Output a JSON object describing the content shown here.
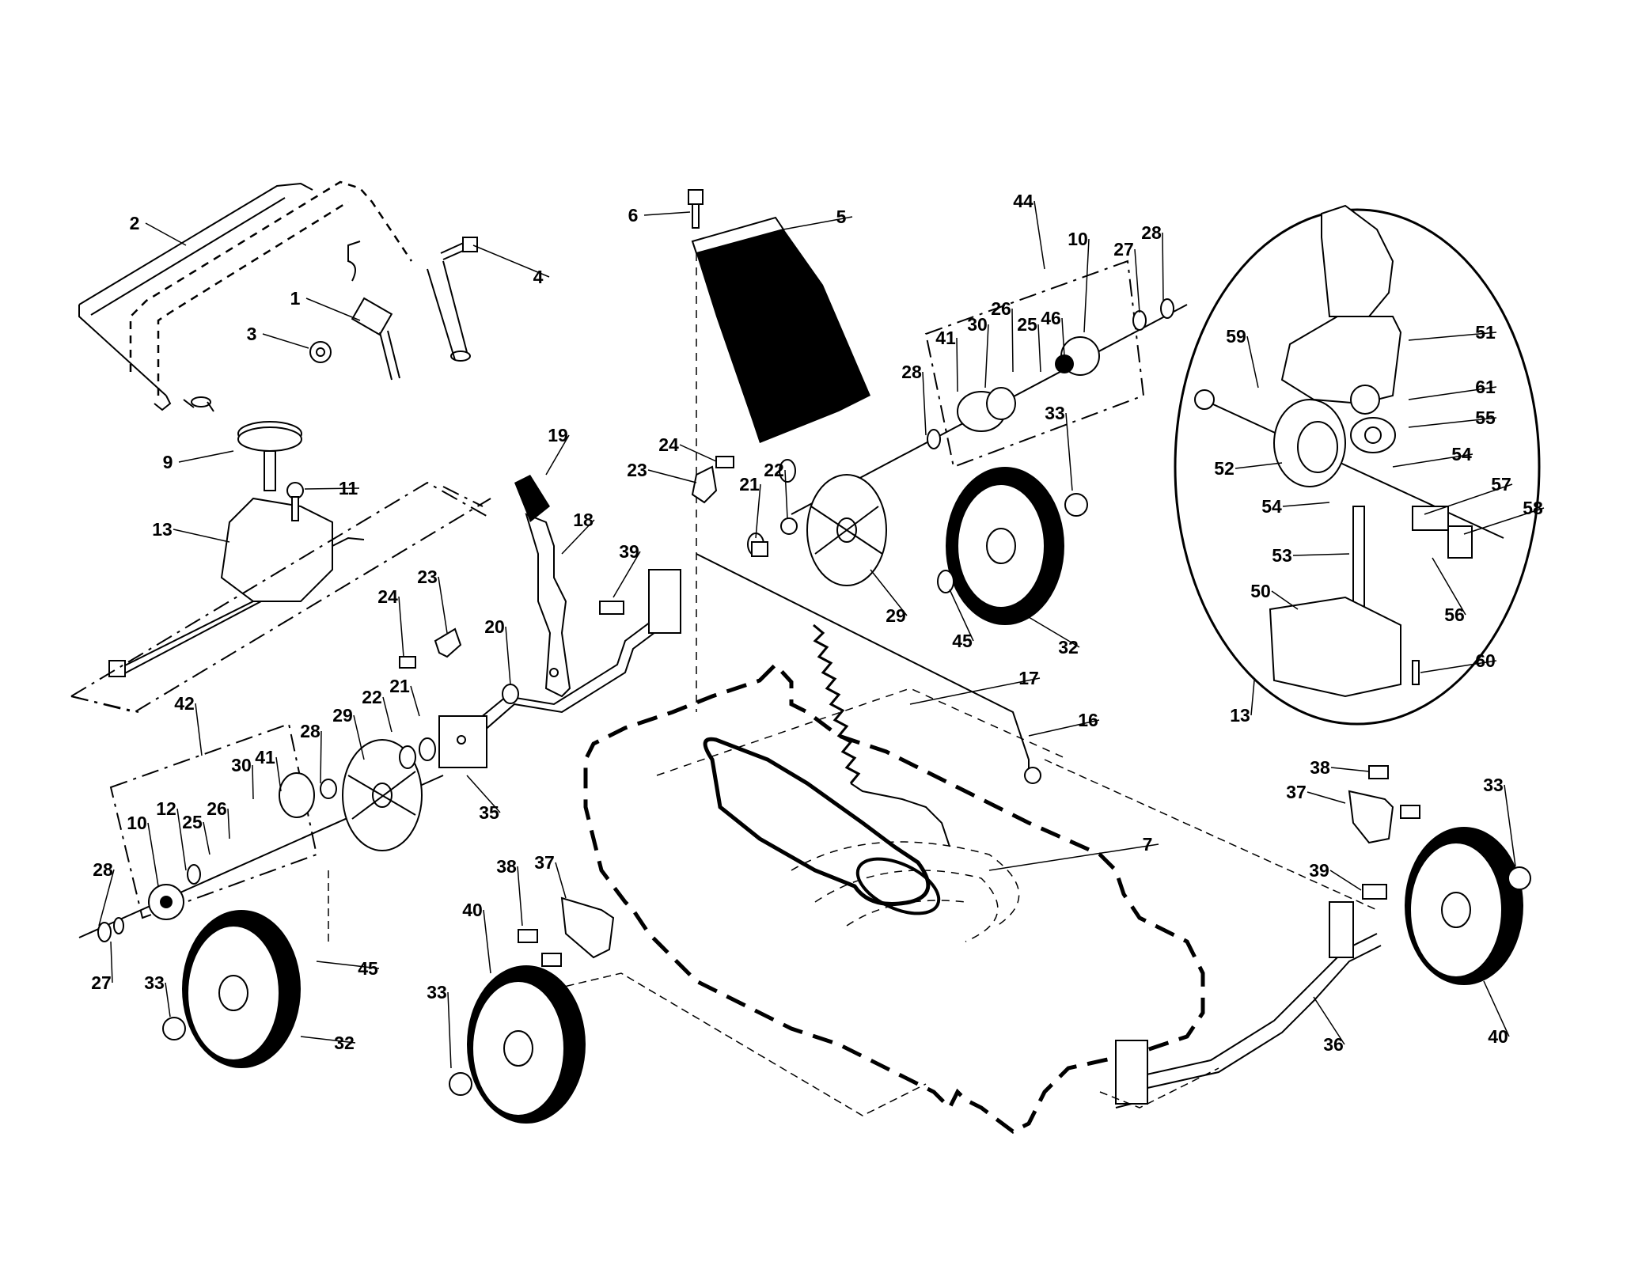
{
  "callouts": [
    {
      "id": "c1",
      "text": "1"
    },
    {
      "id": "c2",
      "text": "2"
    },
    {
      "id": "c3",
      "text": "3"
    },
    {
      "id": "c4",
      "text": "4"
    },
    {
      "id": "c5",
      "text": "5"
    },
    {
      "id": "c6",
      "text": "6"
    },
    {
      "id": "c7",
      "text": "7"
    },
    {
      "id": "c9",
      "text": "9"
    },
    {
      "id": "c10a",
      "text": "10"
    },
    {
      "id": "c10b",
      "text": "10"
    },
    {
      "id": "c11",
      "text": "11"
    },
    {
      "id": "c12",
      "text": "12"
    },
    {
      "id": "c13a",
      "text": "13"
    },
    {
      "id": "c13b",
      "text": "13"
    },
    {
      "id": "c16",
      "text": "16"
    },
    {
      "id": "c17",
      "text": "17"
    },
    {
      "id": "c18",
      "text": "18"
    },
    {
      "id": "c19",
      "text": "19"
    },
    {
      "id": "c20",
      "text": "20"
    },
    {
      "id": "c21a",
      "text": "21"
    },
    {
      "id": "c21b",
      "text": "21"
    },
    {
      "id": "c22a",
      "text": "22"
    },
    {
      "id": "c22b",
      "text": "22"
    },
    {
      "id": "c23a",
      "text": "23"
    },
    {
      "id": "c23b",
      "text": "23"
    },
    {
      "id": "c24a",
      "text": "24"
    },
    {
      "id": "c24b",
      "text": "24"
    },
    {
      "id": "c25a",
      "text": "25"
    },
    {
      "id": "c25b",
      "text": "25"
    },
    {
      "id": "c26a",
      "text": "26"
    },
    {
      "id": "c26b",
      "text": "26"
    },
    {
      "id": "c27a",
      "text": "27"
    },
    {
      "id": "c27b",
      "text": "27"
    },
    {
      "id": "c28a",
      "text": "28"
    },
    {
      "id": "c28b",
      "text": "28"
    },
    {
      "id": "c28c",
      "text": "28"
    },
    {
      "id": "c28d",
      "text": "28"
    },
    {
      "id": "c29a",
      "text": "29"
    },
    {
      "id": "c29b",
      "text": "29"
    },
    {
      "id": "c30a",
      "text": "30"
    },
    {
      "id": "c30b",
      "text": "30"
    },
    {
      "id": "c32a",
      "text": "32"
    },
    {
      "id": "c32b",
      "text": "32"
    },
    {
      "id": "c33a",
      "text": "33"
    },
    {
      "id": "c33b",
      "text": "33"
    },
    {
      "id": "c33c",
      "text": "33"
    },
    {
      "id": "c33d",
      "text": "33"
    },
    {
      "id": "c35",
      "text": "35"
    },
    {
      "id": "c36",
      "text": "36"
    },
    {
      "id": "c37a",
      "text": "37"
    },
    {
      "id": "c37b",
      "text": "37"
    },
    {
      "id": "c38a",
      "text": "38"
    },
    {
      "id": "c38b",
      "text": "38"
    },
    {
      "id": "c39a",
      "text": "39"
    },
    {
      "id": "c39b",
      "text": "39"
    },
    {
      "id": "c40a",
      "text": "40"
    },
    {
      "id": "c40b",
      "text": "40"
    },
    {
      "id": "c41a",
      "text": "41"
    },
    {
      "id": "c41b",
      "text": "41"
    },
    {
      "id": "c42",
      "text": "42"
    },
    {
      "id": "c44",
      "text": "44"
    },
    {
      "id": "c45a",
      "text": "45"
    },
    {
      "id": "c45b",
      "text": "45"
    },
    {
      "id": "c46",
      "text": "46"
    },
    {
      "id": "c50",
      "text": "50"
    },
    {
      "id": "c51",
      "text": "51"
    },
    {
      "id": "c52",
      "text": "52"
    },
    {
      "id": "c53",
      "text": "53"
    },
    {
      "id": "c54a",
      "text": "54"
    },
    {
      "id": "c54b",
      "text": "54"
    },
    {
      "id": "c55",
      "text": "55"
    },
    {
      "id": "c56",
      "text": "56"
    },
    {
      "id": "c57",
      "text": "57"
    },
    {
      "id": "c58",
      "text": "58"
    },
    {
      "id": "c59",
      "text": "59"
    },
    {
      "id": "c60",
      "text": "60"
    },
    {
      "id": "c61",
      "text": "61"
    }
  ]
}
